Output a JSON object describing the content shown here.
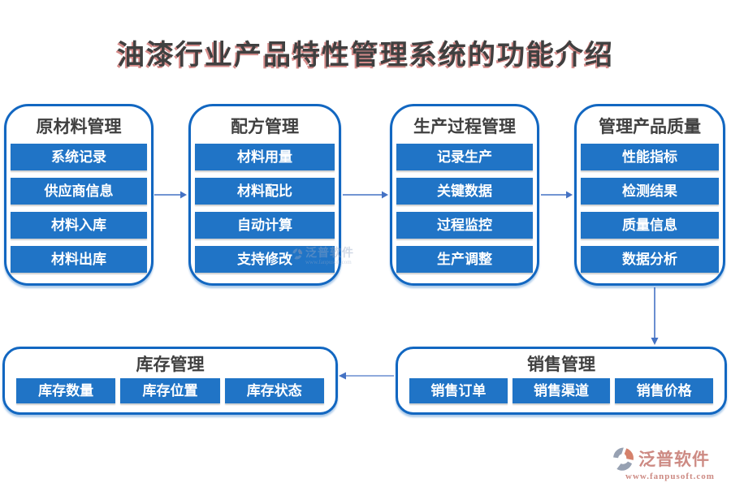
{
  "title": "油漆行业产品特性管理系统的功能介绍",
  "colors": {
    "item_fill": "#2074C6",
    "box_border": "#1267C1",
    "arrow": "#4472C4",
    "arrow_light": "#8FAADC",
    "header_text": "#404040",
    "item_text": "#FFFFFF",
    "title_shadow": "#C0504D",
    "logo_text": "#CD8A83"
  },
  "modules": [
    {
      "title": "原材料管理",
      "items": [
        "系统记录",
        "供应商信息",
        "材料入库",
        "材料出库"
      ]
    },
    {
      "title": "配方管理",
      "items": [
        "材料用量",
        "材料配比",
        "自动计算",
        "支持修改"
      ]
    },
    {
      "title": "生产过程管理",
      "items": [
        "记录生产",
        "关键数据",
        "过程监控",
        "生产调整"
      ]
    },
    {
      "title": "管理产品质量",
      "items": [
        "性能指标",
        "检测结果",
        "质量信息",
        "数据分析"
      ]
    }
  ],
  "bottom_modules": [
    {
      "title": "库存管理",
      "items": [
        "库存数量",
        "库存位置",
        "库存状态"
      ]
    },
    {
      "title": "销售管理",
      "items": [
        "销售订单",
        "销售渠道",
        "销售价格"
      ]
    }
  ],
  "watermark": {
    "name": "泛普软件",
    "url": "www.fanpusoft.com"
  },
  "logo": {
    "name": "泛普软件",
    "url": "www.fanpusoft.com"
  }
}
